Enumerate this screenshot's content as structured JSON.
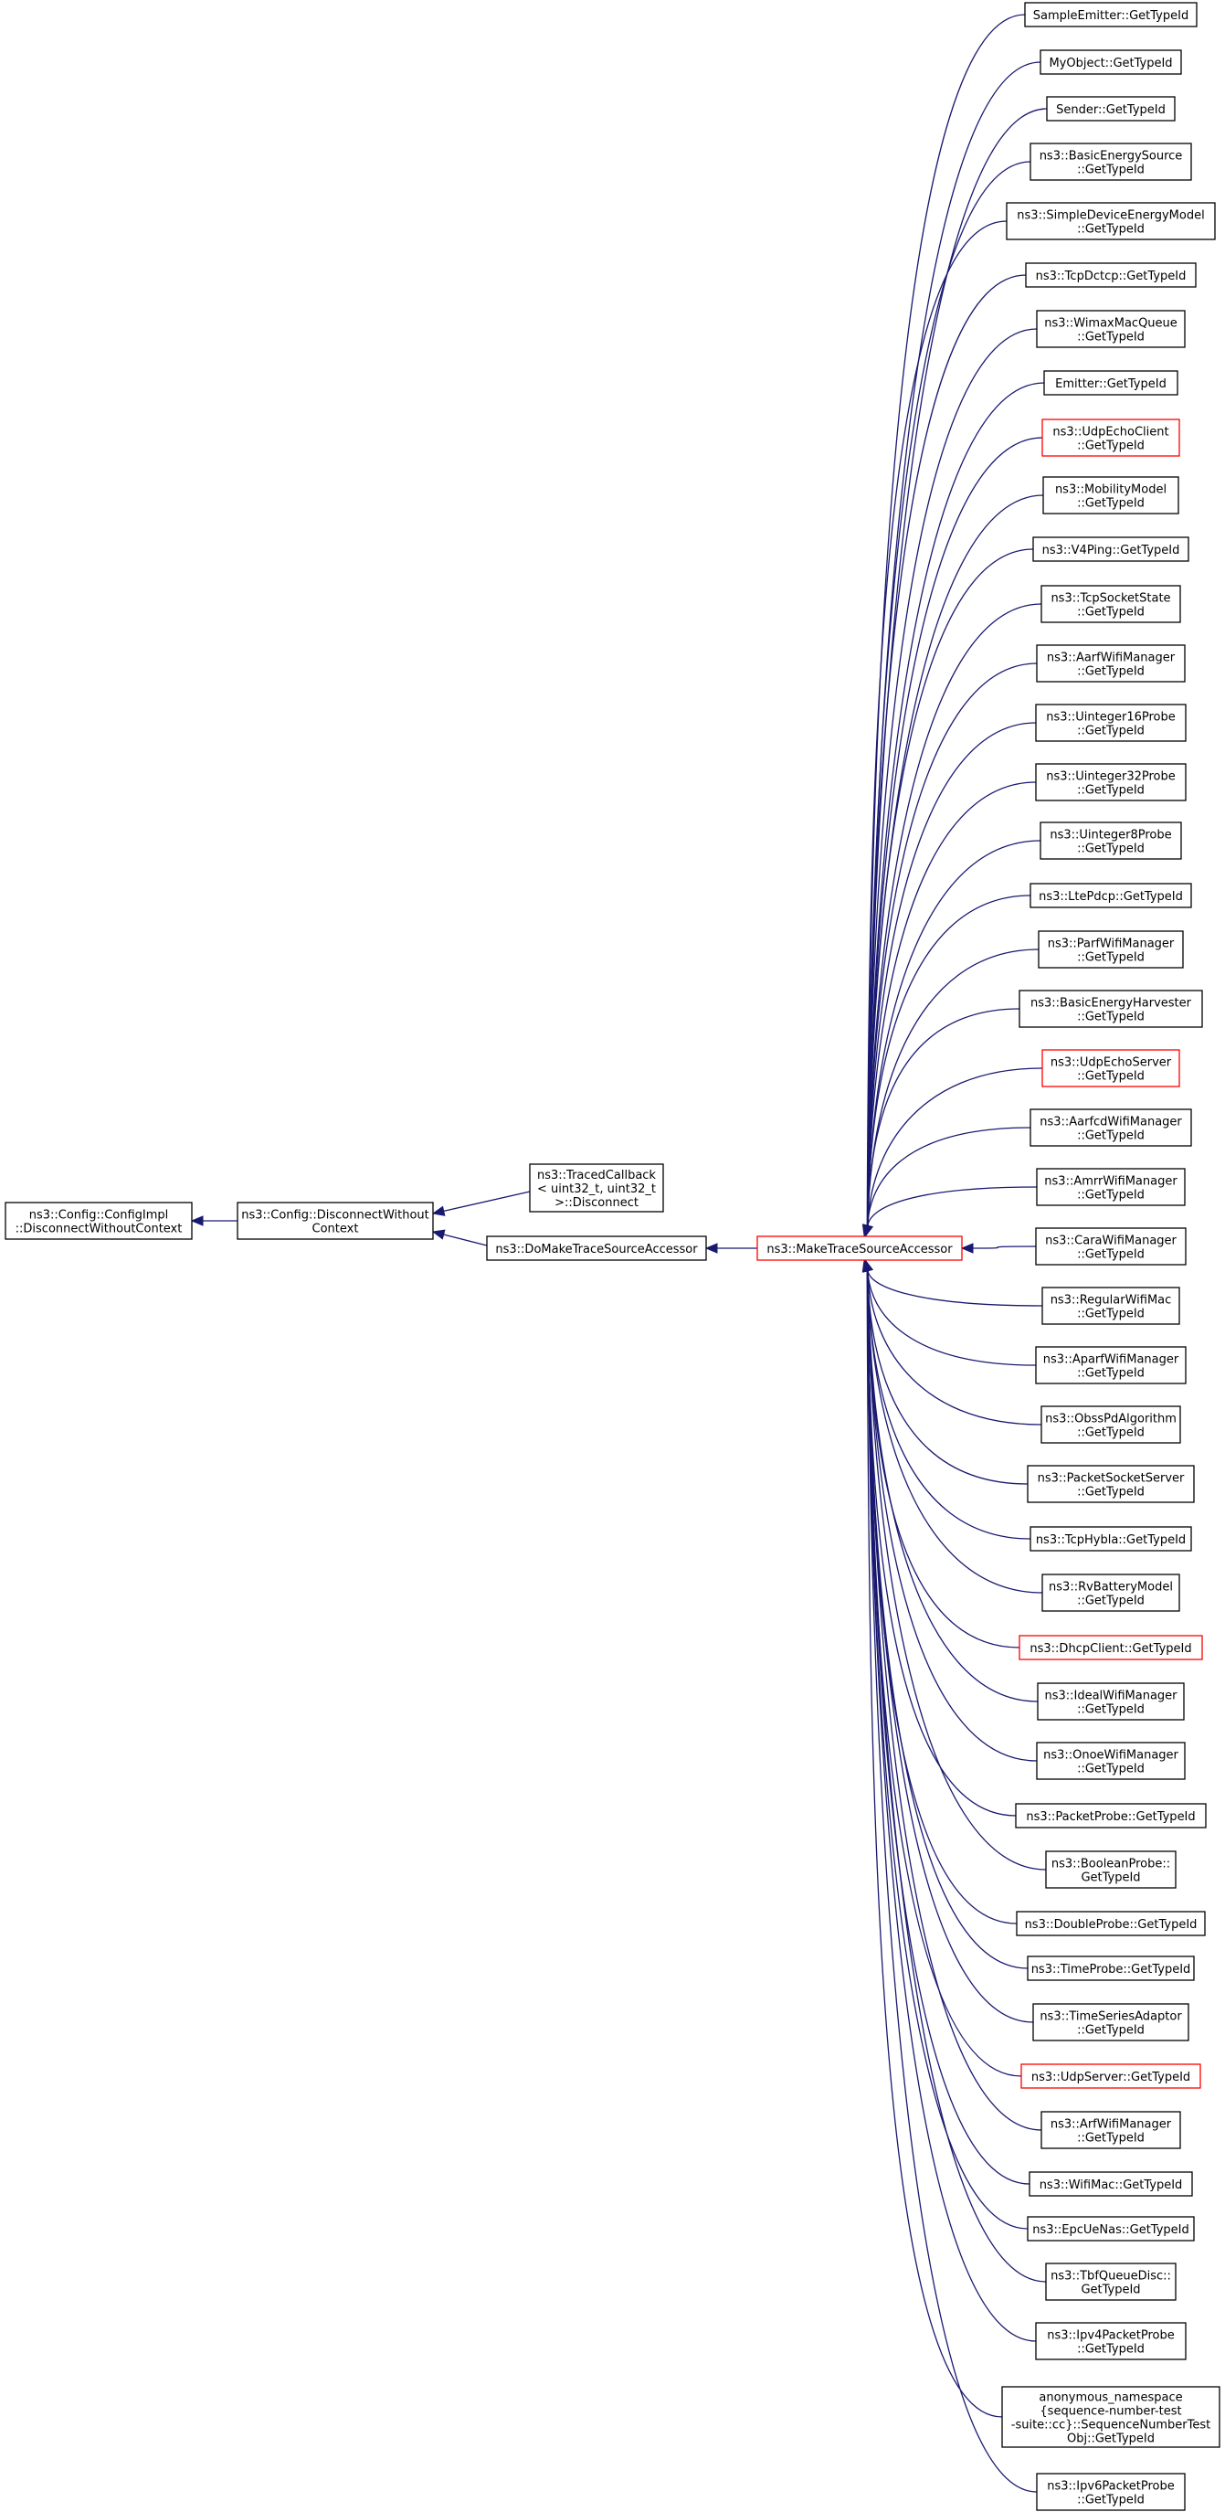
{
  "colors": {
    "edge": "#191970",
    "border": "#000000",
    "highlight_border": "#ff0000",
    "root_fill": "#bfbfbf",
    "text": "#000000"
  },
  "root": {
    "lines": [
      "ns3::Config::ConfigImpl",
      "::DisconnectWithoutContext"
    ]
  },
  "disconnect": {
    "lines": [
      "ns3::Config::DisconnectWithout",
      "Context"
    ]
  },
  "traced_callback": {
    "lines": [
      "ns3::TracedCallback",
      "< uint32_t, uint32_t",
      ">::Disconnect"
    ]
  },
  "do_make": {
    "lines": [
      "ns3::DoMakeTraceSourceAccessor"
    ]
  },
  "make": {
    "lines": [
      "ns3::MakeTraceSourceAccessor"
    ],
    "highlighted": true
  },
  "callers": [
    {
      "lines": [
        "SampleEmitter::GetTypeId"
      ]
    },
    {
      "lines": [
        "MyObject::GetTypeId"
      ]
    },
    {
      "lines": [
        "Sender::GetTypeId"
      ]
    },
    {
      "lines": [
        "ns3::BasicEnergySource",
        "::GetTypeId"
      ]
    },
    {
      "lines": [
        "ns3::SimpleDeviceEnergyModel",
        "::GetTypeId"
      ]
    },
    {
      "lines": [
        "ns3::TcpDctcp::GetTypeId"
      ]
    },
    {
      "lines": [
        "ns3::WimaxMacQueue",
        "::GetTypeId"
      ]
    },
    {
      "lines": [
        "Emitter::GetTypeId"
      ]
    },
    {
      "lines": [
        "ns3::UdpEchoClient",
        "::GetTypeId"
      ],
      "highlighted": true
    },
    {
      "lines": [
        "ns3::MobilityModel",
        "::GetTypeId"
      ]
    },
    {
      "lines": [
        "ns3::V4Ping::GetTypeId"
      ]
    },
    {
      "lines": [
        "ns3::TcpSocketState",
        "::GetTypeId"
      ]
    },
    {
      "lines": [
        "ns3::AarfWifiManager",
        "::GetTypeId"
      ]
    },
    {
      "lines": [
        "ns3::Uinteger16Probe",
        "::GetTypeId"
      ]
    },
    {
      "lines": [
        "ns3::Uinteger32Probe",
        "::GetTypeId"
      ]
    },
    {
      "lines": [
        "ns3::Uinteger8Probe",
        "::GetTypeId"
      ]
    },
    {
      "lines": [
        "ns3::LtePdcp::GetTypeId"
      ]
    },
    {
      "lines": [
        "ns3::ParfWifiManager",
        "::GetTypeId"
      ]
    },
    {
      "lines": [
        "ns3::BasicEnergyHarvester",
        "::GetTypeId"
      ]
    },
    {
      "lines": [
        "ns3::UdpEchoServer",
        "::GetTypeId"
      ],
      "highlighted": true
    },
    {
      "lines": [
        "ns3::AarfcdWifiManager",
        "::GetTypeId"
      ]
    },
    {
      "lines": [
        "ns3::AmrrWifiManager",
        "::GetTypeId"
      ]
    },
    {
      "lines": [
        "ns3::CaraWifiManager",
        "::GetTypeId"
      ]
    },
    {
      "lines": [
        "ns3::RegularWifiMac",
        "::GetTypeId"
      ]
    },
    {
      "lines": [
        "ns3::AparfWifiManager",
        "::GetTypeId"
      ]
    },
    {
      "lines": [
        "ns3::ObssPdAlgorithm",
        "::GetTypeId"
      ]
    },
    {
      "lines": [
        "ns3::PacketSocketServer",
        "::GetTypeId"
      ]
    },
    {
      "lines": [
        "ns3::TcpHybla::GetTypeId"
      ]
    },
    {
      "lines": [
        "ns3::RvBatteryModel",
        "::GetTypeId"
      ]
    },
    {
      "lines": [
        "ns3::DhcpClient::GetTypeId"
      ],
      "highlighted": true
    },
    {
      "lines": [
        "ns3::IdealWifiManager",
        "::GetTypeId"
      ]
    },
    {
      "lines": [
        "ns3::OnoeWifiManager",
        "::GetTypeId"
      ]
    },
    {
      "lines": [
        "ns3::PacketProbe::GetTypeId"
      ]
    },
    {
      "lines": [
        "ns3::BooleanProbe::",
        "GetTypeId"
      ]
    },
    {
      "lines": [
        "ns3::DoubleProbe::GetTypeId"
      ]
    },
    {
      "lines": [
        "ns3::TimeProbe::GetTypeId"
      ]
    },
    {
      "lines": [
        "ns3::TimeSeriesAdaptor",
        "::GetTypeId"
      ]
    },
    {
      "lines": [
        "ns3::UdpServer::GetTypeId"
      ],
      "highlighted": true
    },
    {
      "lines": [
        "ns3::ArfWifiManager",
        "::GetTypeId"
      ]
    },
    {
      "lines": [
        "ns3::WifiMac::GetTypeId"
      ]
    },
    {
      "lines": [
        "ns3::EpcUeNas::GetTypeId"
      ]
    },
    {
      "lines": [
        "ns3::TbfQueueDisc::",
        "GetTypeId"
      ]
    },
    {
      "lines": [
        "ns3::Ipv4PacketProbe",
        "::GetTypeId"
      ]
    },
    {
      "lines": [
        "anonymous_namespace",
        "{sequence-number-test",
        "-suite::cc}::SequenceNumberTest",
        "Obj::GetTypeId"
      ]
    },
    {
      "lines": [
        "ns3::Ipv6PacketProbe",
        "::GetTypeId"
      ]
    }
  ]
}
